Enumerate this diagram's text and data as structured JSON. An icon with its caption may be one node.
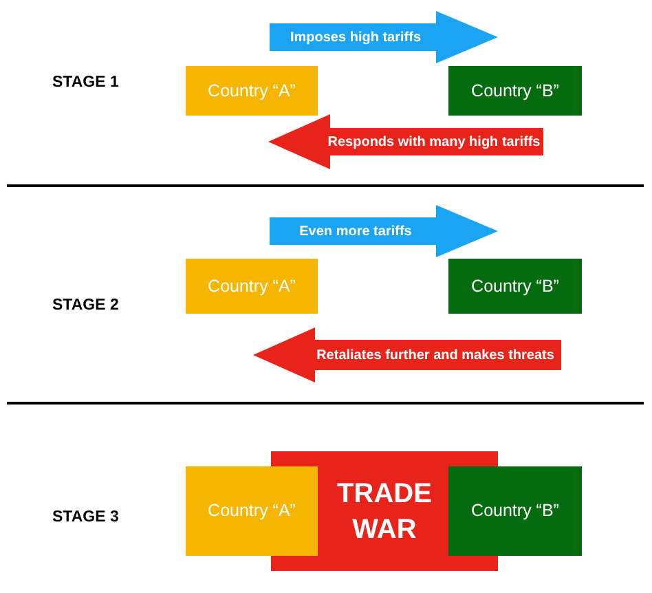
{
  "diagram": {
    "nodes": [
      {
        "text": [
          "Imposes high tariffs"
        ]
      },
      {
        "text": [
          "Country “A”"
        ]
      },
      {
        "text": [
          "Country “B”"
        ]
      },
      {
        "text": [
          "Responds with many high tariffs"
        ]
      },
      {
        "text": [
          "Even more tariffs"
        ]
      },
      {
        "text": [
          "Country “A”"
        ]
      },
      {
        "text": [
          "Country “B”"
        ]
      },
      {
        "text": [
          "Retaliates further and makes threats"
        ]
      },
      {
        "text": [
          "Country “A”"
        ]
      },
      {
        "text": [
          "TRADE WAR"
        ]
      },
      {
        "text": [
          "Country “B”"
        ]
      }
    ],
    "labels": [
      "STAGE 1",
      "STAGE 2",
      "STAGE 3"
    ]
  }
}
